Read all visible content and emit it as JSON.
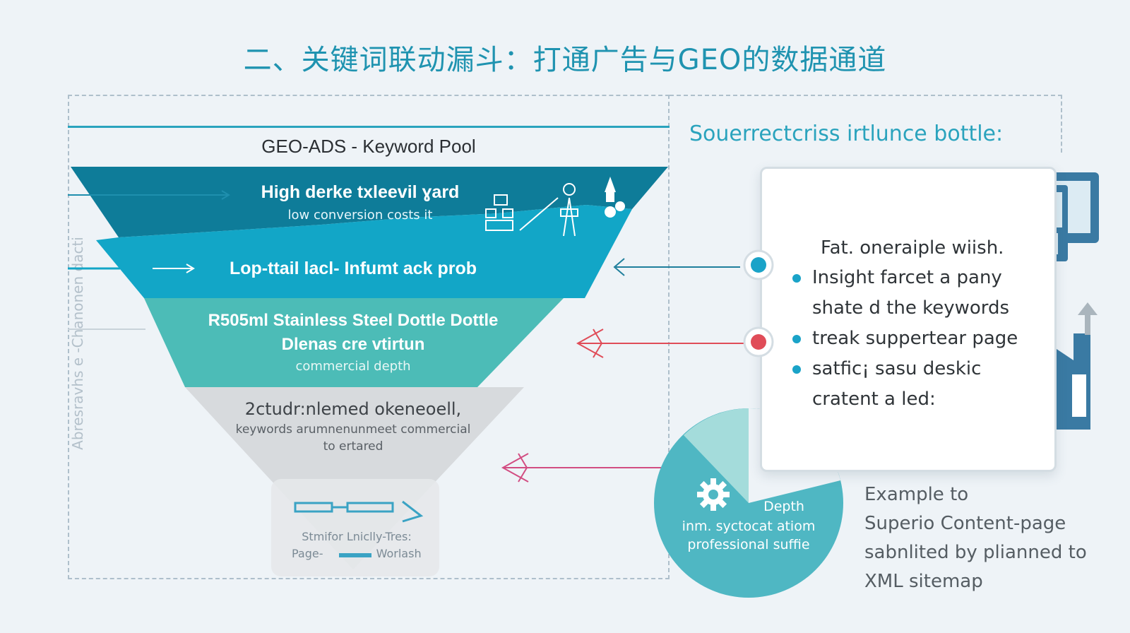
{
  "title": "二、关键词联动漏斗：打通广告与GEO的数据通道",
  "side_label": "Abresravhs e -Chanonen dacti",
  "funnel": {
    "pool_title": "GEO-ADS - Keyword Pool",
    "stage1": {
      "label": "High derke txleevil ɣard",
      "sub": "low conversion costs it"
    },
    "stage2": {
      "label": "Lop-ttail lacl- Infumt ack prob"
    },
    "stage3": {
      "label": "R505ml Stainless Steel Dottle Dottle",
      "label2": "Dlenas cre vtirtun",
      "sub": "commercial depth"
    },
    "stage4": {
      "label": "2ctudr:nlemed okeneoell,",
      "sub": "keywords arumnenunmeet commercial",
      "sub2": "to ertared"
    },
    "stage5": {
      "line1": "Stmifor Lniclly-Tres:",
      "line2_a": "Page-",
      "line2_b": "Worlash"
    }
  },
  "right_title": "Souerrectcriss irtlunce bottle:",
  "card": {
    "head": "Fat. oneraiple wiish.",
    "bullets": [
      {
        "lines": [
          "Insight farcet a pany",
          "shate d the keywords"
        ]
      },
      {
        "lines": [
          "treak suppertear page"
        ]
      },
      {
        "lines": [
          "satfic¡ sasu deskic",
          "cratent a led:"
        ]
      }
    ]
  },
  "pie": {
    "depth": "Depth",
    "line1": "inm. syctocat atiom",
    "line2": "professional suffie"
  },
  "example": {
    "lines": [
      "Example to",
      "Superio Content-page",
      "sabnlited by plianned to",
      "XML sitemap"
    ]
  },
  "colors": {
    "teal_dark": "#0e7c99",
    "teal": "#12a6c7",
    "aqua": "#4cbcb7",
    "grey": "#d7dadd",
    "accent_blue": "#1aa3c8",
    "accent_red": "#e04c58",
    "accent_pink": "#d24d82"
  },
  "icons": [
    "hierarchy-icon",
    "telescope-icon",
    "rocket-icon",
    "image-window-icon",
    "computer-icon",
    "building-icon",
    "gear-icon",
    "up-arrow-icon",
    "spinner-icon",
    "link-icon"
  ]
}
